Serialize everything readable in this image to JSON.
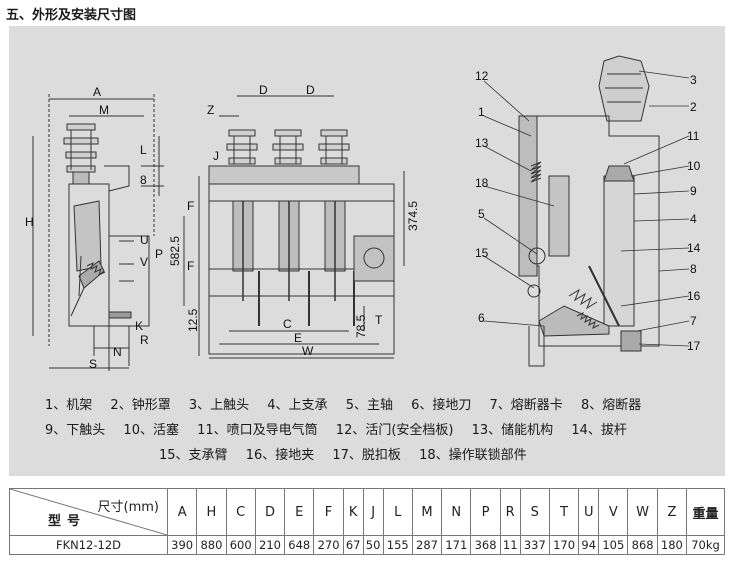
{
  "title": "五、外形及安装尺寸图",
  "dimension_labels": {
    "A": "A",
    "M": "M",
    "L": "L",
    "eight": "8",
    "H": "H",
    "U": "U",
    "V": "V",
    "P": "P",
    "K": "K",
    "R": "R",
    "N": "N",
    "S": "S",
    "Z": "Z",
    "D1": "D",
    "D2": "D",
    "J": "J",
    "F1": "F",
    "F2": "F",
    "d582": "582.5",
    "d374": "374.5",
    "d125": "12.5",
    "d785": "78.5",
    "C": "C",
    "E": "E",
    "W": "W",
    "T": "T"
  },
  "callouts": [
    "12",
    "1",
    "13",
    "18",
    "5",
    "15",
    "6",
    "3",
    "2",
    "11",
    "10",
    "9",
    "4",
    "14",
    "8",
    "16",
    "7",
    "17"
  ],
  "legend": [
    [
      "1、机架",
      "2、钟形罩",
      "3、上触头",
      "4、上支承",
      "5、主轴",
      "6、接地刀",
      "7、熔断器卡",
      "8、熔断器"
    ],
    [
      "9、下触头",
      "10、活塞",
      "11、喷口及导电气筒",
      "12、活门(安全档板)",
      "13、储能机构",
      "14、拔杆"
    ],
    [
      "15、支承臂",
      "16、接地夹",
      "17、脱扣板",
      "18、操作联锁部件"
    ]
  ],
  "table": {
    "corner_top": "尺寸(mm)",
    "corner_bottom": "型号",
    "columns": [
      "A",
      "H",
      "C",
      "D",
      "E",
      "F",
      "K",
      "J",
      "L",
      "M",
      "N",
      "P",
      "R",
      "S",
      "T",
      "U",
      "V",
      "W",
      "Z"
    ],
    "weight_header": "重量",
    "rows": [
      {
        "model": "FKN12-12D",
        "values": [
          "390",
          "880",
          "600",
          "210",
          "648",
          "270",
          "67",
          "50",
          "155",
          "287",
          "171",
          "368",
          "11",
          "337",
          "170",
          "94",
          "105",
          "868",
          "180"
        ],
        "weight": "70kg"
      }
    ]
  }
}
